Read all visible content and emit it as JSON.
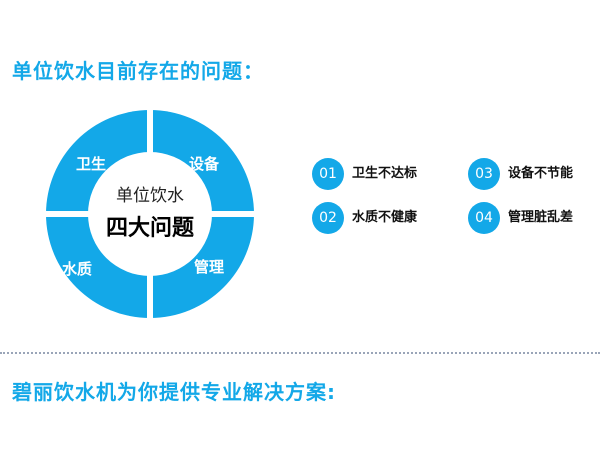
{
  "colors": {
    "accent": "#13a8e8",
    "ring": "#13a8e8",
    "divider": "#9aa5b8"
  },
  "title_top": "单位饮水目前存在的问题：",
  "title_bottom": "碧丽饮水机为你提供专业解决方案:",
  "diagram": {
    "center_top": "单位饮水",
    "center_main": "四大问题",
    "segments": {
      "top_left": "卫生",
      "top_right": "设备",
      "bottom_left": "水质",
      "bottom_right": "管理"
    }
  },
  "problems": [
    {
      "num": "01",
      "text": "卫生不达标"
    },
    {
      "num": "02",
      "text": "水质不健康"
    },
    {
      "num": "03",
      "text": "设备不节能"
    },
    {
      "num": "04",
      "text": "管理脏乱差"
    }
  ]
}
